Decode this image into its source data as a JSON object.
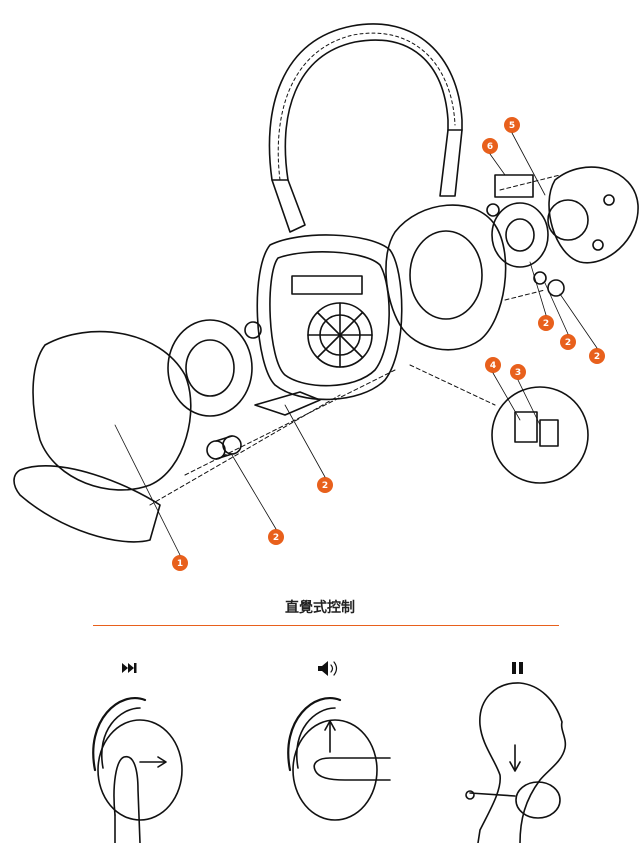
{
  "section_title": "直覺式控制",
  "accent_color": "#e8601c",
  "callouts": [
    "1",
    "2",
    "2",
    "2",
    "2",
    "2",
    "3",
    "4",
    "5",
    "6"
  ],
  "gestures": [
    {
      "icon": "skip-forward-icon"
    },
    {
      "icon": "volume-icon"
    },
    {
      "icon": "pause-icon"
    }
  ]
}
